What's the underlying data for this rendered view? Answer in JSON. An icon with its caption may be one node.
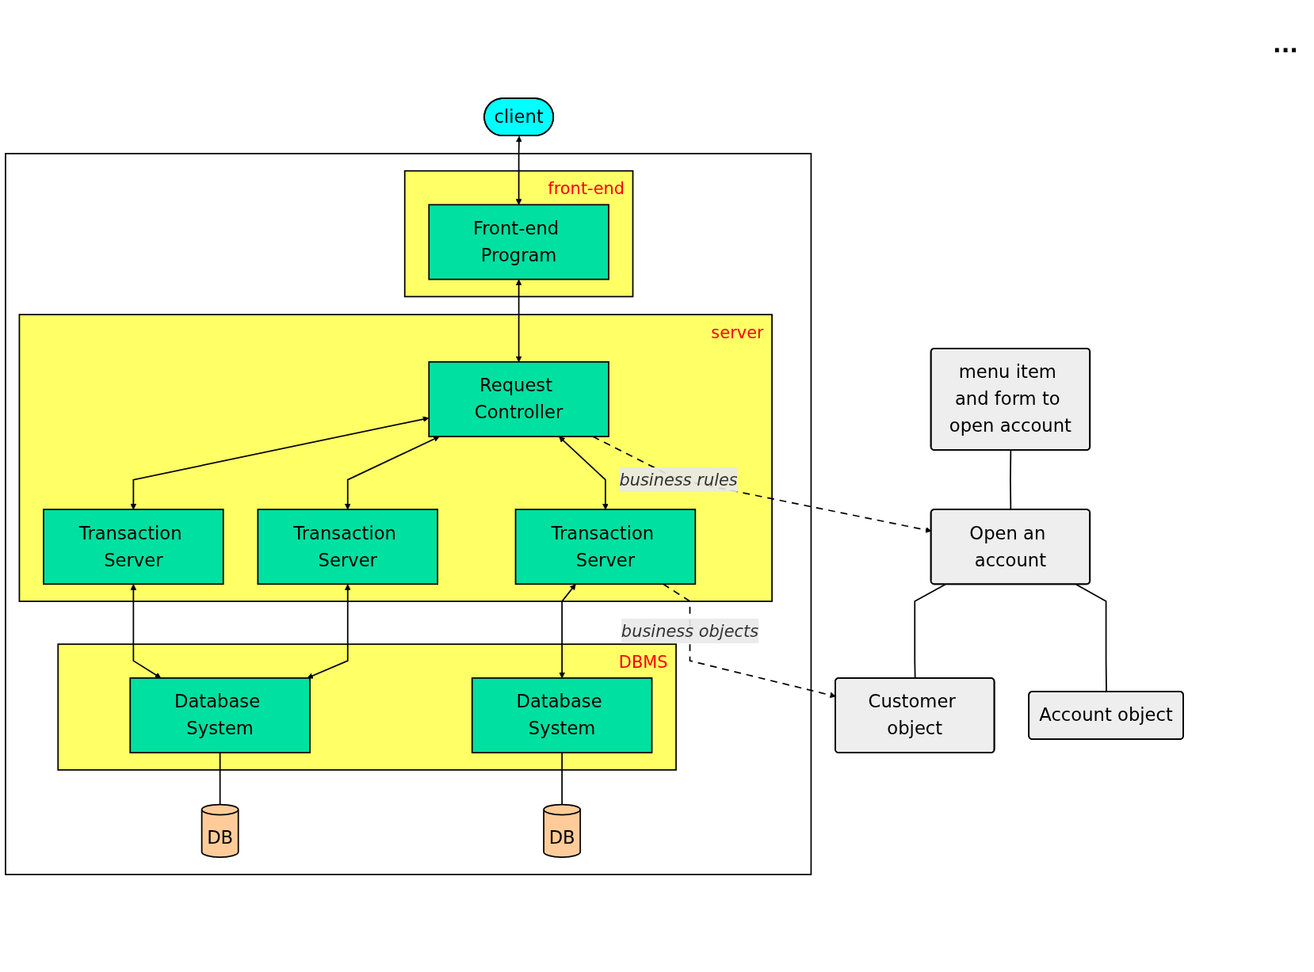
{
  "diagram": {
    "nodes": [
      {
        "text": [
          "client"
        ]
      },
      {
        "text": [],
        "shape": "box"
      },
      {
        "text": [
          "front-end"
        ],
        "in": 1
      },
      {
        "text": [
          "Front-end Program"
        ],
        "in": 2
      },
      {
        "text": [
          "server"
        ],
        "in": 1
      },
      {
        "text": [
          "Request Controller"
        ],
        "in": 4
      },
      {
        "text": [
          "Transaction Server"
        ],
        "in": 4
      },
      {
        "text": [
          "Transaction Server"
        ],
        "in": 4
      },
      {
        "text": [
          "Transaction Server"
        ],
        "in": 4
      },
      {
        "text": [
          "DBMS"
        ],
        "in": 1
      },
      {
        "text": [
          "Database System"
        ],
        "in": 9
      },
      {
        "text": [
          "Database System"
        ],
        "in": 9
      },
      {
        "text": [
          "DB"
        ],
        "in": 1
      },
      {
        "text": [
          "DB"
        ],
        "in": 1
      },
      {
        "text": [
          "menu item and form to open account"
        ]
      },
      {
        "text": [
          "Open an account"
        ]
      },
      {
        "text": [
          "Customer object"
        ]
      },
      {
        "text": [
          "Account object"
        ]
      }
    ],
    "edges": [
      {
        "from": 0,
        "to": 3,
        "arrow": "both"
      },
      {
        "from": 3,
        "to": 5,
        "arrow": "both"
      },
      {
        "from": 5,
        "to": 6,
        "arrow": "both"
      },
      {
        "from": 5,
        "to": 7,
        "arrow": "both"
      },
      {
        "from": 5,
        "to": 8,
        "arrow": "both"
      },
      {
        "from": 6,
        "to": 10,
        "arrow": "both"
      },
      {
        "from": 7,
        "to": 10,
        "arrow": "both"
      },
      {
        "from": 8,
        "to": 11,
        "arrow": "both"
      },
      {
        "from": 10,
        "to": 12,
        "arrow": "none"
      },
      {
        "from": 11,
        "to": 13,
        "arrow": "none"
      },
      {
        "from": 14,
        "to": 15,
        "arrow": "none"
      },
      {
        "from": 15,
        "to": 16,
        "arrow": "none"
      },
      {
        "from": 15,
        "to": 17,
        "arrow": "none"
      },
      {
        "from": 5,
        "to": 15,
        "arrow": "to",
        "style": "dashed",
        "label": "business rules"
      },
      {
        "from": 8,
        "to": 16,
        "arrow": "to",
        "style": "dashed",
        "label": "business objects"
      }
    ],
    "labels": [
      "..."
    ]
  }
}
